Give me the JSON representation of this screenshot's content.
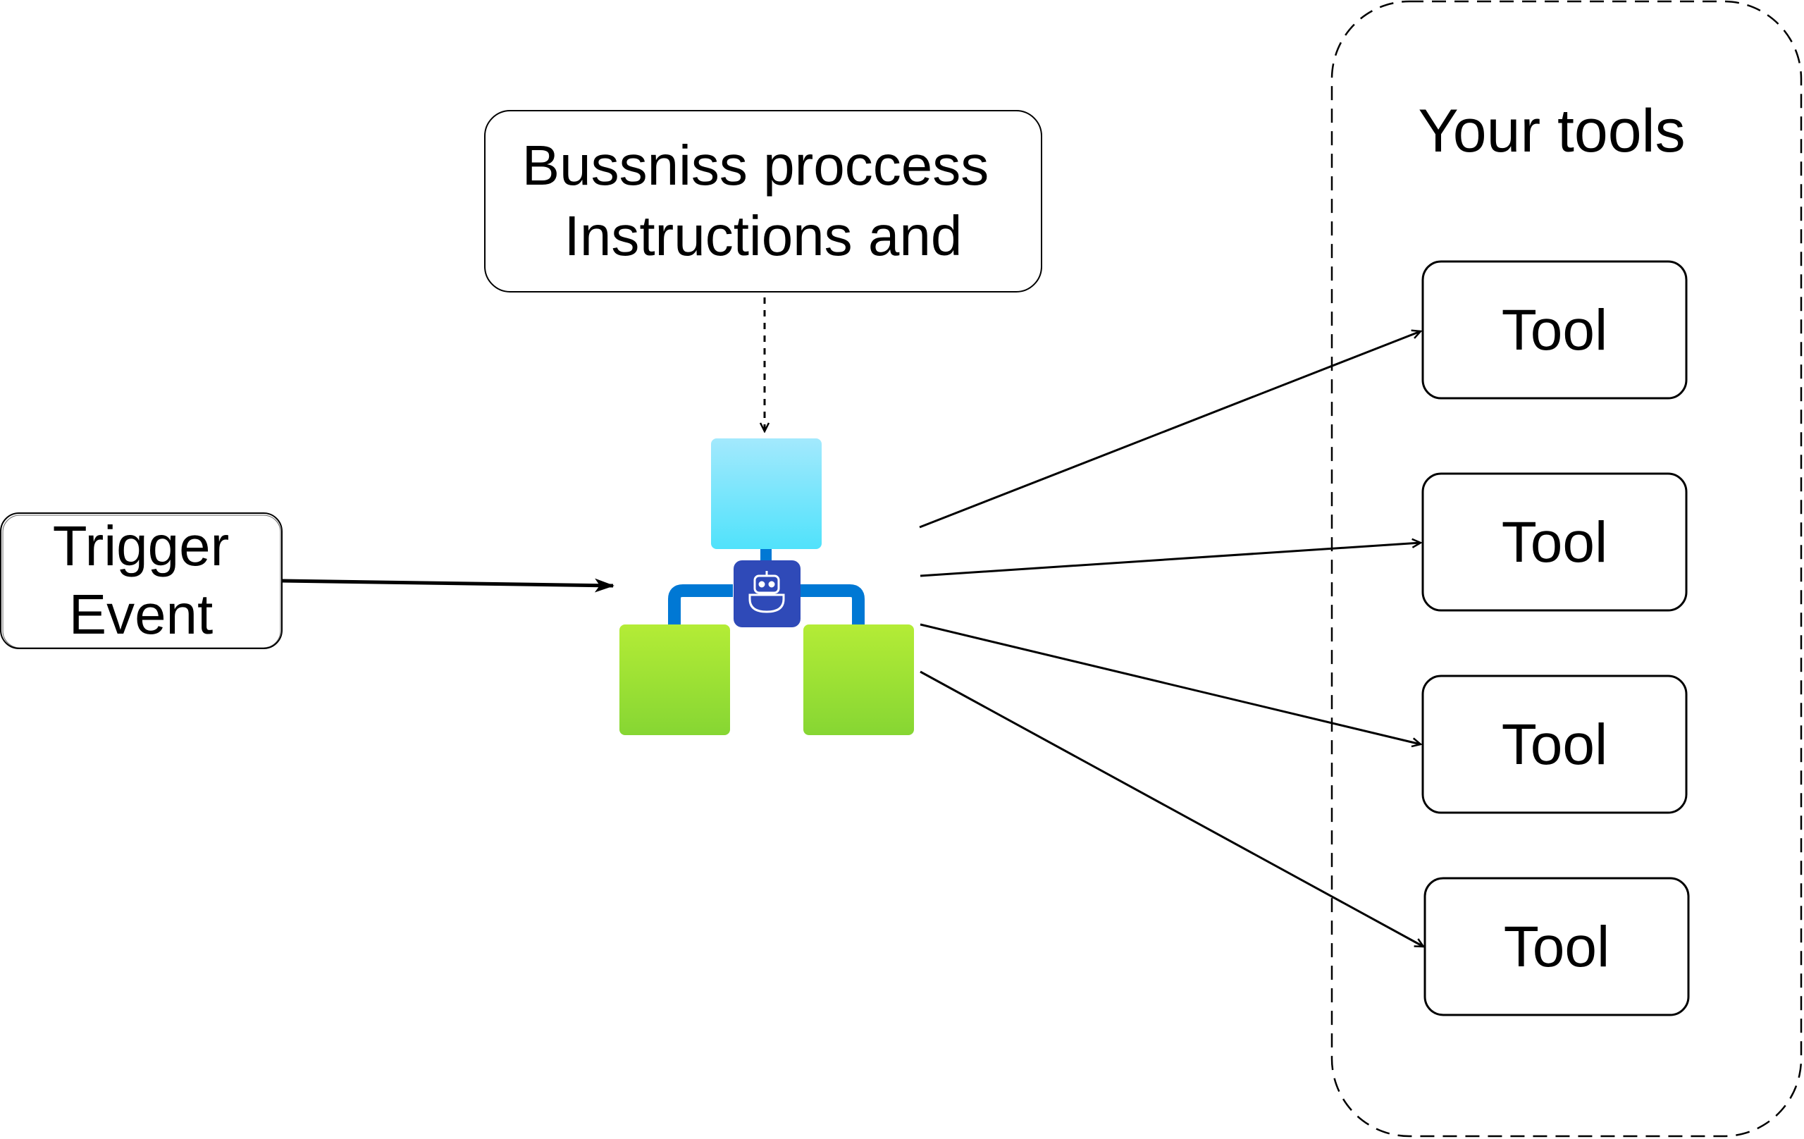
{
  "diagram": {
    "trigger": {
      "line1": "Trigger",
      "line2": "Event"
    },
    "instructions": {
      "line1": "Bussniss proccess",
      "line2": "Instructions and"
    },
    "tools_panel": {
      "title": "Your tools"
    },
    "tools": [
      {
        "label": "Tool"
      },
      {
        "label": "Tool"
      },
      {
        "label": "Tool"
      },
      {
        "label": "Tool"
      }
    ],
    "agent": {
      "icon": "logic-app-agent-icon"
    },
    "colors": {
      "stroke": "#000000",
      "top_block_light": "#a3e9fd",
      "top_block_dark": "#50e2fb",
      "green_light": "#b4ec36",
      "green_dark": "#86d633",
      "connector_blue": "#0078d4",
      "agent_badge": "#2f4ab8"
    }
  }
}
